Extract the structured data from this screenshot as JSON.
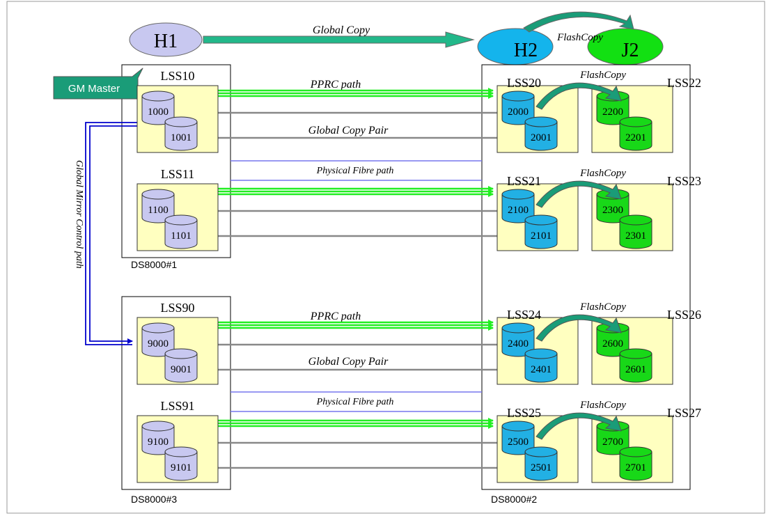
{
  "hosts": {
    "h1": "H1",
    "h2": "H2",
    "j2": "J2"
  },
  "labels": {
    "global_copy": "Global Copy",
    "flashcopy": "FlashCopy",
    "gm_master": "GM Master",
    "pprc_path": "PPRC path",
    "global_copy_pair": "Global Copy Pair",
    "physical_fibre_path": "Physical Fibre path",
    "global_mirror_control_path": "Global Mirror Control path"
  },
  "storage_units": [
    {
      "name": "DS8000#1",
      "lss": [
        {
          "name": "LSS10",
          "volumes": [
            "1000",
            "1001"
          ]
        },
        {
          "name": "LSS11",
          "volumes": [
            "1100",
            "1101"
          ]
        }
      ]
    },
    {
      "name": "DS8000#3",
      "lss": [
        {
          "name": "LSS90",
          "volumes": [
            "9000",
            "9001"
          ]
        },
        {
          "name": "LSS91",
          "volumes": [
            "9100",
            "9101"
          ]
        }
      ]
    },
    {
      "name": "DS8000#2",
      "lss": [
        {
          "name": "LSS20",
          "volumes": [
            "2000",
            "2001"
          ]
        },
        {
          "name": "LSS22",
          "volumes": [
            "2200",
            "2201"
          ]
        },
        {
          "name": "LSS21",
          "volumes": [
            "2100",
            "2101"
          ]
        },
        {
          "name": "LSS23",
          "volumes": [
            "2300",
            "2301"
          ]
        },
        {
          "name": "LSS24",
          "volumes": [
            "2400",
            "2401"
          ]
        },
        {
          "name": "LSS26",
          "volumes": [
            "2600",
            "2601"
          ]
        },
        {
          "name": "LSS25",
          "volumes": [
            "2500",
            "2501"
          ]
        },
        {
          "name": "LSS27",
          "volumes": [
            "2700",
            "2701"
          ]
        }
      ]
    }
  ],
  "colors": {
    "h1_fill": "#c8c8f0",
    "h2_fill": "#14b4ec",
    "j2_fill": "#12e012",
    "gm_master_fill": "#1a9c78",
    "lss_bg": "#ffffc0",
    "primary_volume": "#c8c8f0",
    "secondary_volume": "#22b0e4",
    "tertiary_volume": "#18d818",
    "pprc_path": "#22ee22",
    "pair_arrow": "#888888",
    "fibre_path": "#7777ee",
    "control_path": "#0000cc",
    "flashcopy_arrow": "#1a9c78"
  }
}
